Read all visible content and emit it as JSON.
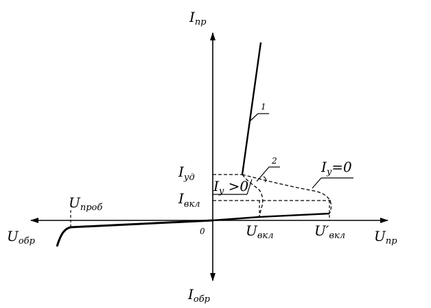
{
  "axes": {
    "y_pos": {
      "main": "I",
      "sub": "пр"
    },
    "y_neg": {
      "main": "I",
      "sub": "обр"
    },
    "x_pos": {
      "main": "U",
      "sub": "пр"
    },
    "x_neg": {
      "main": "U",
      "sub": "обр"
    },
    "origin": "0"
  },
  "labels": {
    "u_breakdown": {
      "main": "U",
      "sub": "проб"
    },
    "i_hold": {
      "main": "I",
      "sub": "уд"
    },
    "i_on": {
      "main": "I",
      "sub": "вкл"
    },
    "u_on": {
      "main": "U",
      "sub": "вкл"
    },
    "u_on_prime": {
      "main": "U′",
      "sub": "вкл"
    },
    "iy_pos": {
      "main": "I",
      "sub": "y",
      "tail": " >0"
    },
    "iy_zero": {
      "main": "I",
      "sub": "y",
      "tail": "=0"
    },
    "curve1": "1",
    "curve2": "2"
  },
  "colors": {
    "ink": "#000000"
  }
}
